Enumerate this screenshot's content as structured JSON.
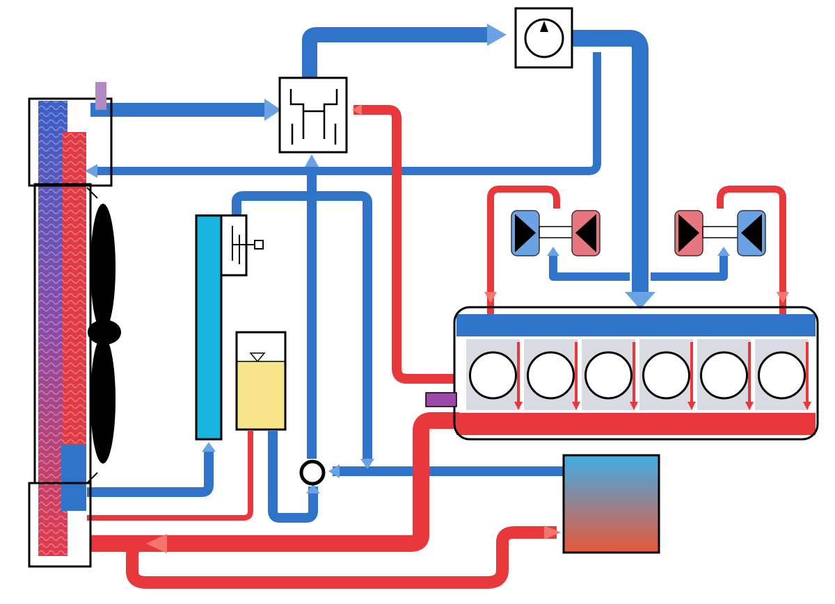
{
  "diagram": {
    "kind": "engine cooling system schematic",
    "colors": {
      "cold": "#2f74c8",
      "cold_light": "#6aa2e4",
      "hot": "#e9383c",
      "hot_light": "#f4776f",
      "outline": "#000000",
      "tank_fill": "#f8e48b",
      "cooler_fill": "#1ab4e0",
      "connector": "#9b4aa8",
      "chamber": "#d9dbe3",
      "exchanger_top": "#3faee6",
      "exchanger_bottom": "#e8583a",
      "background": "#ffffff"
    },
    "components": [
      {
        "id": "radiator",
        "icon": "radiator-icon"
      },
      {
        "id": "radiator-top-tank",
        "icon": "tank-box-icon"
      },
      {
        "id": "radiator-bottom-tank",
        "icon": "tank-box-icon"
      },
      {
        "id": "fan",
        "icon": "fan-blade-icon"
      },
      {
        "id": "thermostat",
        "icon": "thermostat-valve-icon"
      },
      {
        "id": "temperature-gauge",
        "icon": "gauge-icon"
      },
      {
        "id": "oil-cooler",
        "icon": "cooler-icon"
      },
      {
        "id": "cooler-valve",
        "icon": "valve-icon"
      },
      {
        "id": "expansion-tank",
        "icon": "liquid-level-icon"
      },
      {
        "id": "water-pump",
        "icon": "pump-icon"
      },
      {
        "id": "turbocharger-left",
        "icon": "turbo-icon"
      },
      {
        "id": "turbocharger-right",
        "icon": "turbo-icon"
      },
      {
        "id": "engine-block",
        "icon": "cylinder-icon",
        "cylinders": 6
      },
      {
        "id": "heat-exchanger",
        "icon": "heat-exchanger-icon"
      }
    ]
  }
}
